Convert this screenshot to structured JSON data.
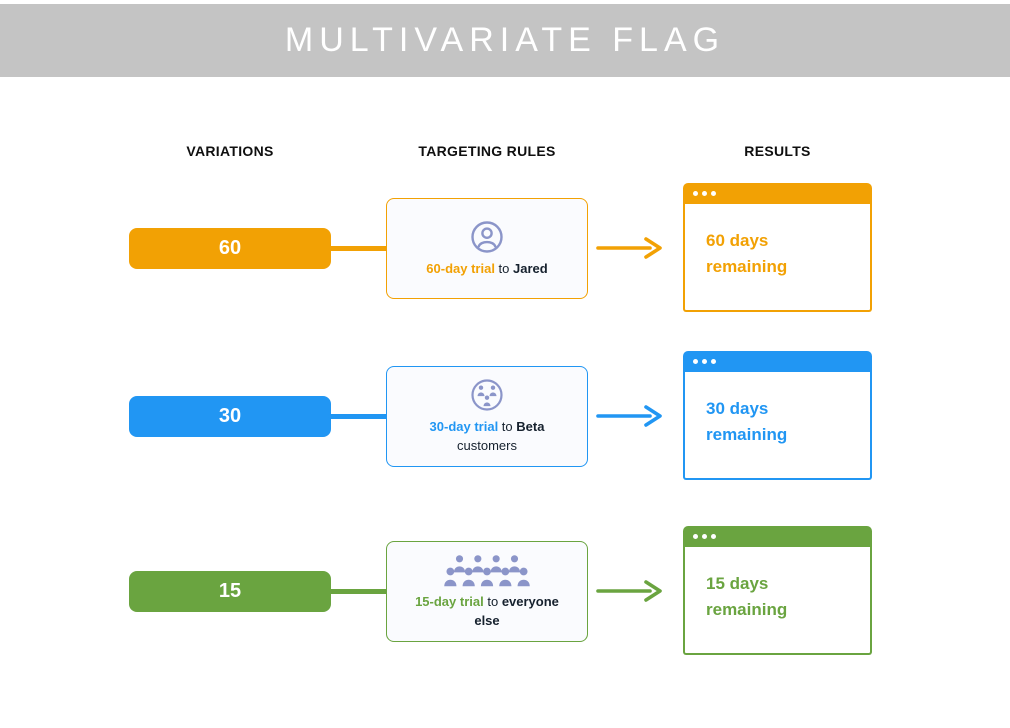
{
  "header": {
    "title": "MULTIVARIATE FLAG",
    "background_color": "#c4c4c4",
    "title_color": "#ffffff"
  },
  "columns": {
    "variations": "VARIATIONS",
    "targeting_rules": "TARGETING RULES",
    "results": "RESULTS"
  },
  "icon_color": "#8b95c9",
  "rows": [
    {
      "color": "#f2a104",
      "variation_label": "60",
      "icon": "user-circle-icon",
      "rule": {
        "highlight": "60-day trial",
        "connector": " to ",
        "audience_bold": "Jared",
        "audience_regular": ""
      },
      "result": "60 days remaining"
    },
    {
      "color": "#2196f3",
      "variation_label": "30",
      "icon": "globe-users-icon",
      "rule": {
        "highlight": "30-day trial",
        "connector": " to ",
        "audience_bold": "Beta",
        "audience_regular": " customers"
      },
      "result": "30 days remaining"
    },
    {
      "color": "#6aa440",
      "variation_label": "15",
      "icon": "crowd-icon",
      "rule": {
        "highlight": "15-day trial",
        "connector": " to ",
        "audience_bold": "everyone else",
        "audience_regular": ""
      },
      "result": "15 days remaining"
    }
  ]
}
